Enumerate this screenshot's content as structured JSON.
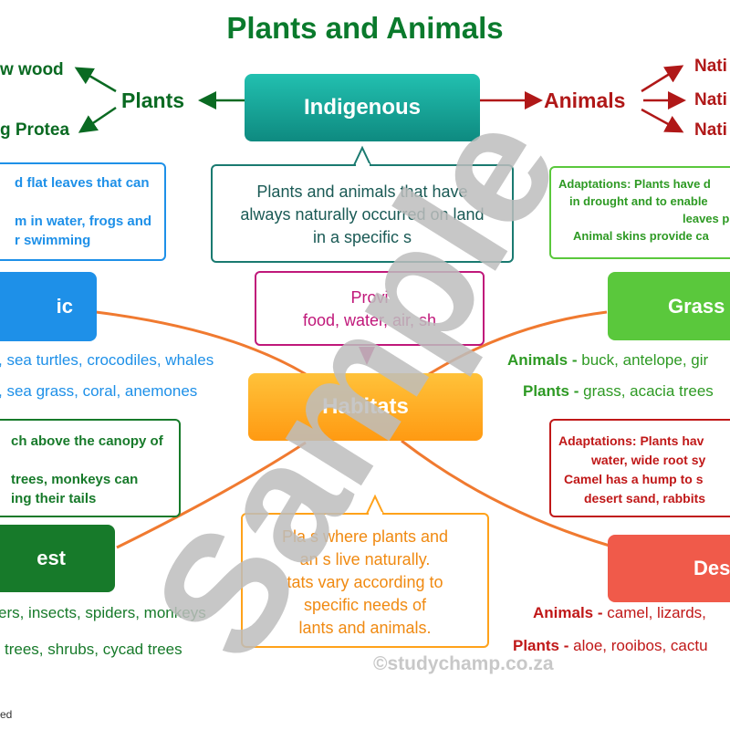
{
  "title": "Plants and Animals",
  "indigenous": {
    "label": "Indigenous",
    "plants_label": "Plants",
    "plants_examples": [
      "w wood",
      "g Protea"
    ],
    "animals_label": "Animals",
    "animals_examples": [
      "Nati",
      "Nati",
      "Nati"
    ],
    "definition": [
      "Plants and animals that have",
      "always naturally occurred on land",
      "in a specific s"
    ]
  },
  "provides": [
    "Provi",
    "food, water, air, sh"
  ],
  "habitats_label": "Habitats",
  "habitats_definition": [
    "Pla s where plants and",
    "an s live naturally.",
    "tats vary according to",
    "specific needs of",
    "lants and animals."
  ],
  "aquatic": {
    "label": "ic",
    "info": [
      "d flat leaves that can",
      "",
      "m in water, frogs and",
      "r swimming"
    ],
    "animals": ", sea turtles, crocodiles, whales",
    "plants": ", sea grass, coral, anemones"
  },
  "forest": {
    "label": "est",
    "info": [
      "ch above the canopy of",
      "",
      "trees, monkeys can",
      "ing their tails"
    ],
    "animals": "ers, insects, spiders, monkeys",
    "plants": "trees, shrubs, cycad trees"
  },
  "grassland": {
    "label": "Grass",
    "info": [
      "Adaptations: Plants have d",
      "in drought and to enable",
      "leaves p",
      "Animal skins provide ca"
    ],
    "animals_label": "Animals -",
    "animals": " buck, antelope, gir",
    "plants_label": "Plants -",
    "plants": " grass, acacia trees"
  },
  "desert": {
    "label": "Des",
    "info": [
      "Adaptations: Plants hav",
      "water, wide root sy",
      "Camel has a hump to s",
      "desert sand, rabbits"
    ],
    "animals_label": "Animals -",
    "animals": " camel, lizards,",
    "plants_label": "Plants -",
    "plants": " aloe, rooibos, cactu"
  },
  "watermark": "Sample",
  "copyright": "©studychamp.co.za",
  "footer": "ed",
  "colors": {
    "title": "#0a7a2c",
    "indigenous": "#1aa89a",
    "aquatic": "#1e90e8",
    "forest": "#177a2a",
    "grassland": "#5ac83c",
    "desert": "#f05a4a",
    "habitats": "#ffa21a",
    "animals_red": "#b01818",
    "provides": "#c0187a",
    "curves": "#f07a30"
  }
}
